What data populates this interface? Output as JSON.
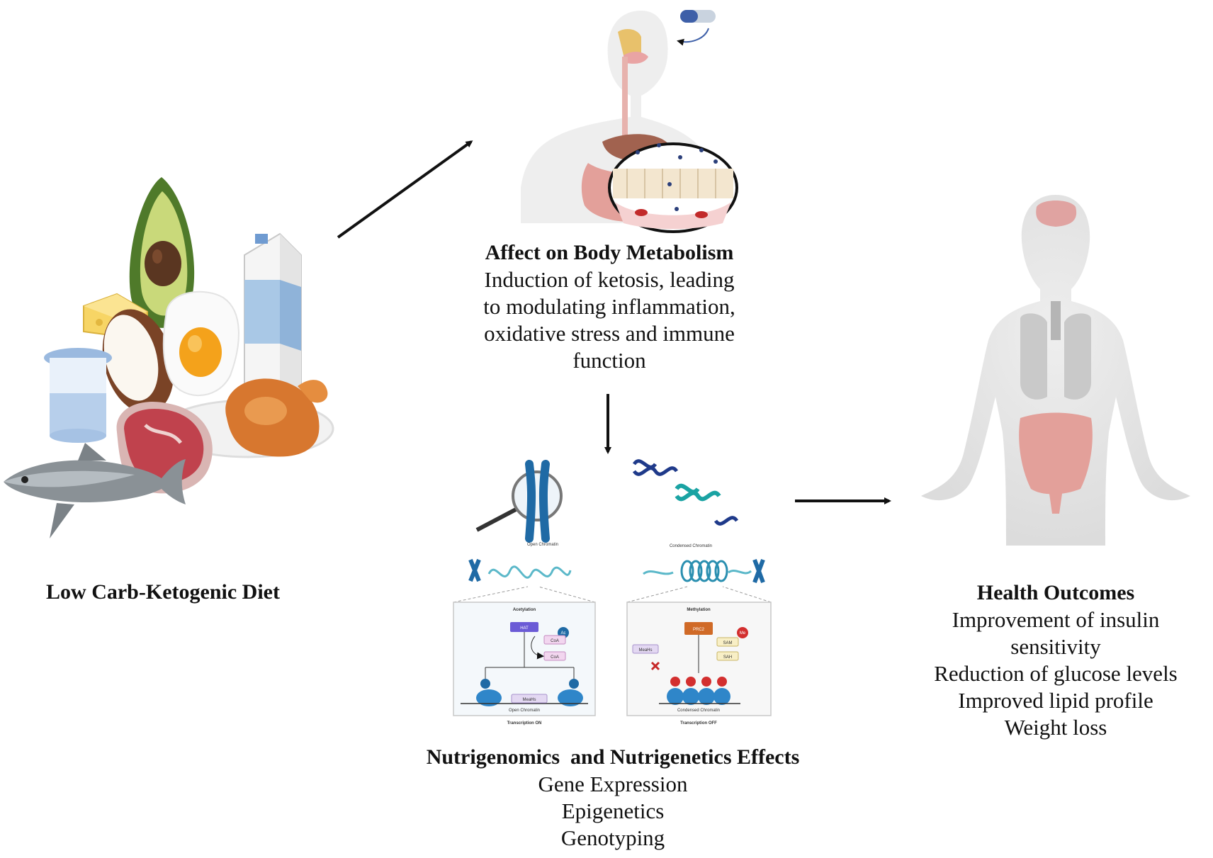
{
  "diet": {
    "title": "Low Carb-Ketogenic Diet"
  },
  "metabolism": {
    "title": "Affect on Body Metabolism",
    "lines": [
      "Induction of ketosis, leading",
      "to modulating inflammation,",
      "oxidative stress and immune",
      "function"
    ]
  },
  "nutrigenomics": {
    "title": "Nutrigenomics  and Nutrigenetics Effects",
    "lines": [
      "Gene Expression",
      "Epigenetics",
      "Genotyping"
    ],
    "panels": {
      "left": {
        "caption_top": "Open Chromatin",
        "box_title": "Acetylation",
        "enzyme": "HAT",
        "cofactor1": "CoA",
        "cofactor2": "CoA",
        "acetyl": "Ac",
        "gene": "MeaHs",
        "state": "Open Chromatin",
        "footer": "Transcription ON"
      },
      "right": {
        "caption_top": "Condensed Chromatin",
        "box_title": "Methylation",
        "enzyme": "PRC2",
        "cofactor1": "SAM",
        "cofactor2": "SAH",
        "methyl": "Me",
        "gene": "MeaHs",
        "state": "Condensed Chromatin",
        "footer": "Transcription OFF"
      }
    }
  },
  "outcomes": {
    "title": "Health Outcomes",
    "lines": [
      "Improvement of insulin",
      "sensitivity",
      "Reduction of glucose levels",
      "Improved lipid profile",
      "Weight loss"
    ]
  }
}
